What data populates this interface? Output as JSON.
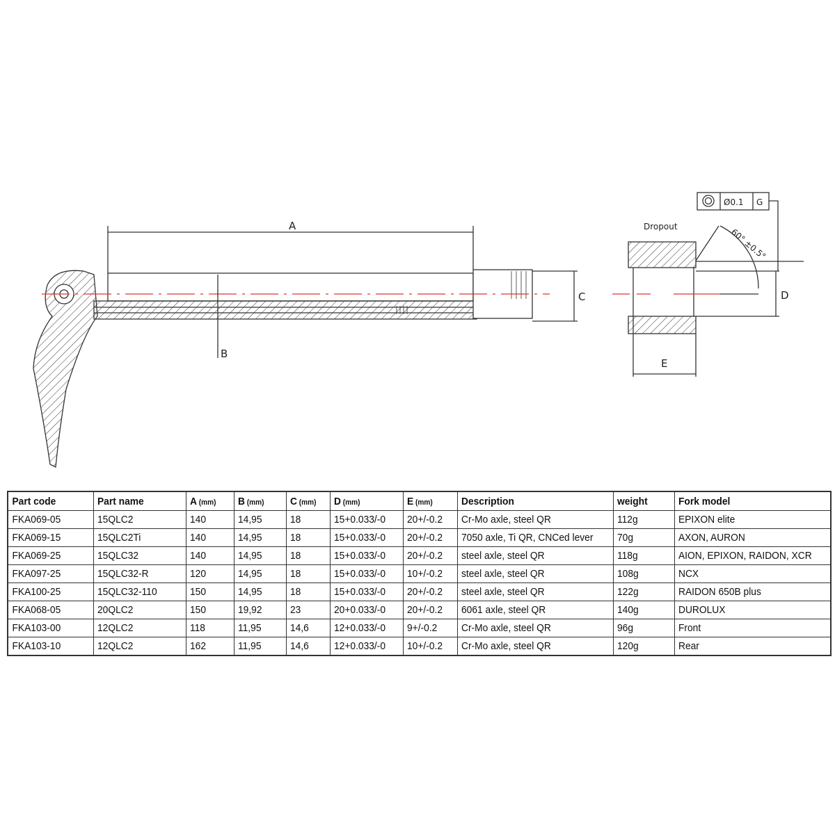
{
  "drawing": {
    "labels": {
      "A": "A",
      "B": "B",
      "C": "C",
      "D": "D",
      "E": "E"
    },
    "dropout_label": "Dropout",
    "tolerance_frame": {
      "symbol": "concentricity",
      "value": "Ø0.1",
      "datum": "G"
    },
    "angle_label": "60° ±0.5°"
  },
  "table": {
    "headers": [
      {
        "main": "Part code",
        "unit": ""
      },
      {
        "main": "Part name",
        "unit": ""
      },
      {
        "main": "A",
        "unit": " (mm)"
      },
      {
        "main": "B",
        "unit": " (mm)"
      },
      {
        "main": "C",
        "unit": " (mm)"
      },
      {
        "main": "D",
        "unit": " (mm)"
      },
      {
        "main": "E",
        "unit": " (mm)"
      },
      {
        "main": "Description",
        "unit": ""
      },
      {
        "main": "weight",
        "unit": ""
      },
      {
        "main": "Fork model",
        "unit": ""
      }
    ],
    "rows": [
      [
        "FKA069-05",
        "15QLC2",
        "140",
        "14,95",
        "18",
        "15+0.033/-0",
        "20+/-0.2",
        "Cr-Mo axle, steel QR",
        "112g",
        "EPIXON elite"
      ],
      [
        "FKA069-15",
        "15QLC2Ti",
        "140",
        "14,95",
        "18",
        "15+0.033/-0",
        "20+/-0.2",
        "7050 axle, Ti QR, CNCed lever",
        "70g",
        "AXON, AURON"
      ],
      [
        "FKA069-25",
        "15QLC32",
        "140",
        "14,95",
        "18",
        "15+0.033/-0",
        "20+/-0.2",
        "steel axle, steel QR",
        "118g",
        "AION, EPIXON, RAIDON, XCR"
      ],
      [
        "FKA097-25",
        "15QLC32-R",
        "120",
        "14,95",
        "18",
        "15+0.033/-0",
        "10+/-0.2",
        "steel axle, steel QR",
        "108g",
        "NCX"
      ],
      [
        "FKA100-25",
        "15QLC32-110",
        "150",
        "14,95",
        "18",
        "15+0.033/-0",
        "20+/-0.2",
        "steel axle, steel QR",
        "122g",
        "RAIDON 650B plus"
      ],
      [
        "FKA068-05",
        "20QLC2",
        "150",
        "19,92",
        "23",
        "20+0.033/-0",
        "20+/-0.2",
        "6061 axle, steel QR",
        "140g",
        "DUROLUX"
      ],
      [
        "FKA103-00",
        "12QLC2",
        "118",
        "11,95",
        "14,6",
        "12+0.033/-0",
        "9+/-0.2",
        "Cr-Mo axle, steel QR",
        "96g",
        "Front"
      ],
      [
        "FKA103-10",
        "12QLC2",
        "162",
        "11,95",
        "14,6",
        "12+0.033/-0",
        "10+/-0.2",
        "Cr-Mo axle, steel QR",
        "120g",
        "Rear"
      ]
    ]
  }
}
